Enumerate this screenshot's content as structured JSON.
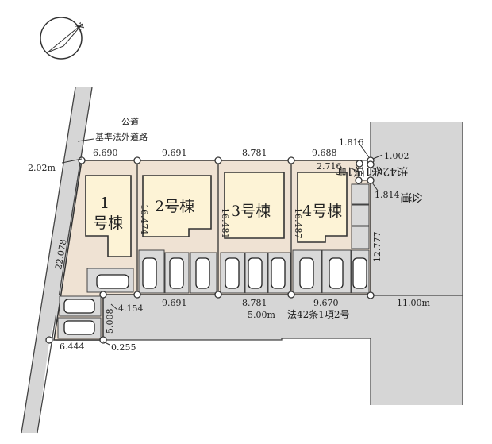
{
  "compass": {
    "north_label": "N"
  },
  "roads": {
    "north_road": "公道",
    "north_road_sub": "基準法外道路",
    "west_width": "2.02m",
    "east_road_type": "法42条1項1号",
    "east_road_kind": "公道",
    "east_width": "11.00m",
    "south_width": "5.00m",
    "south_road_type": "法42条1項2号"
  },
  "buildings": [
    {
      "line1": "1",
      "line2": "号棟"
    },
    {
      "label": "2号棟"
    },
    {
      "label": "3号棟"
    },
    {
      "label": "4号棟"
    }
  ],
  "dimensions": {
    "top": [
      "6.690",
      "9.691",
      "8.781",
      "9.688"
    ],
    "bottom": [
      "9.691",
      "8.781",
      "9.670"
    ],
    "depths": [
      "16.474",
      "16.481",
      "16.487"
    ],
    "west": "22.078",
    "corner": [
      "1.816",
      "1.002",
      "2.716",
      "1.814"
    ],
    "east": "12.777",
    "lot1_bottom": "4.154",
    "lot1_side": "5.008",
    "lot1_base": "6.444",
    "lot1_offset": "0.255"
  }
}
